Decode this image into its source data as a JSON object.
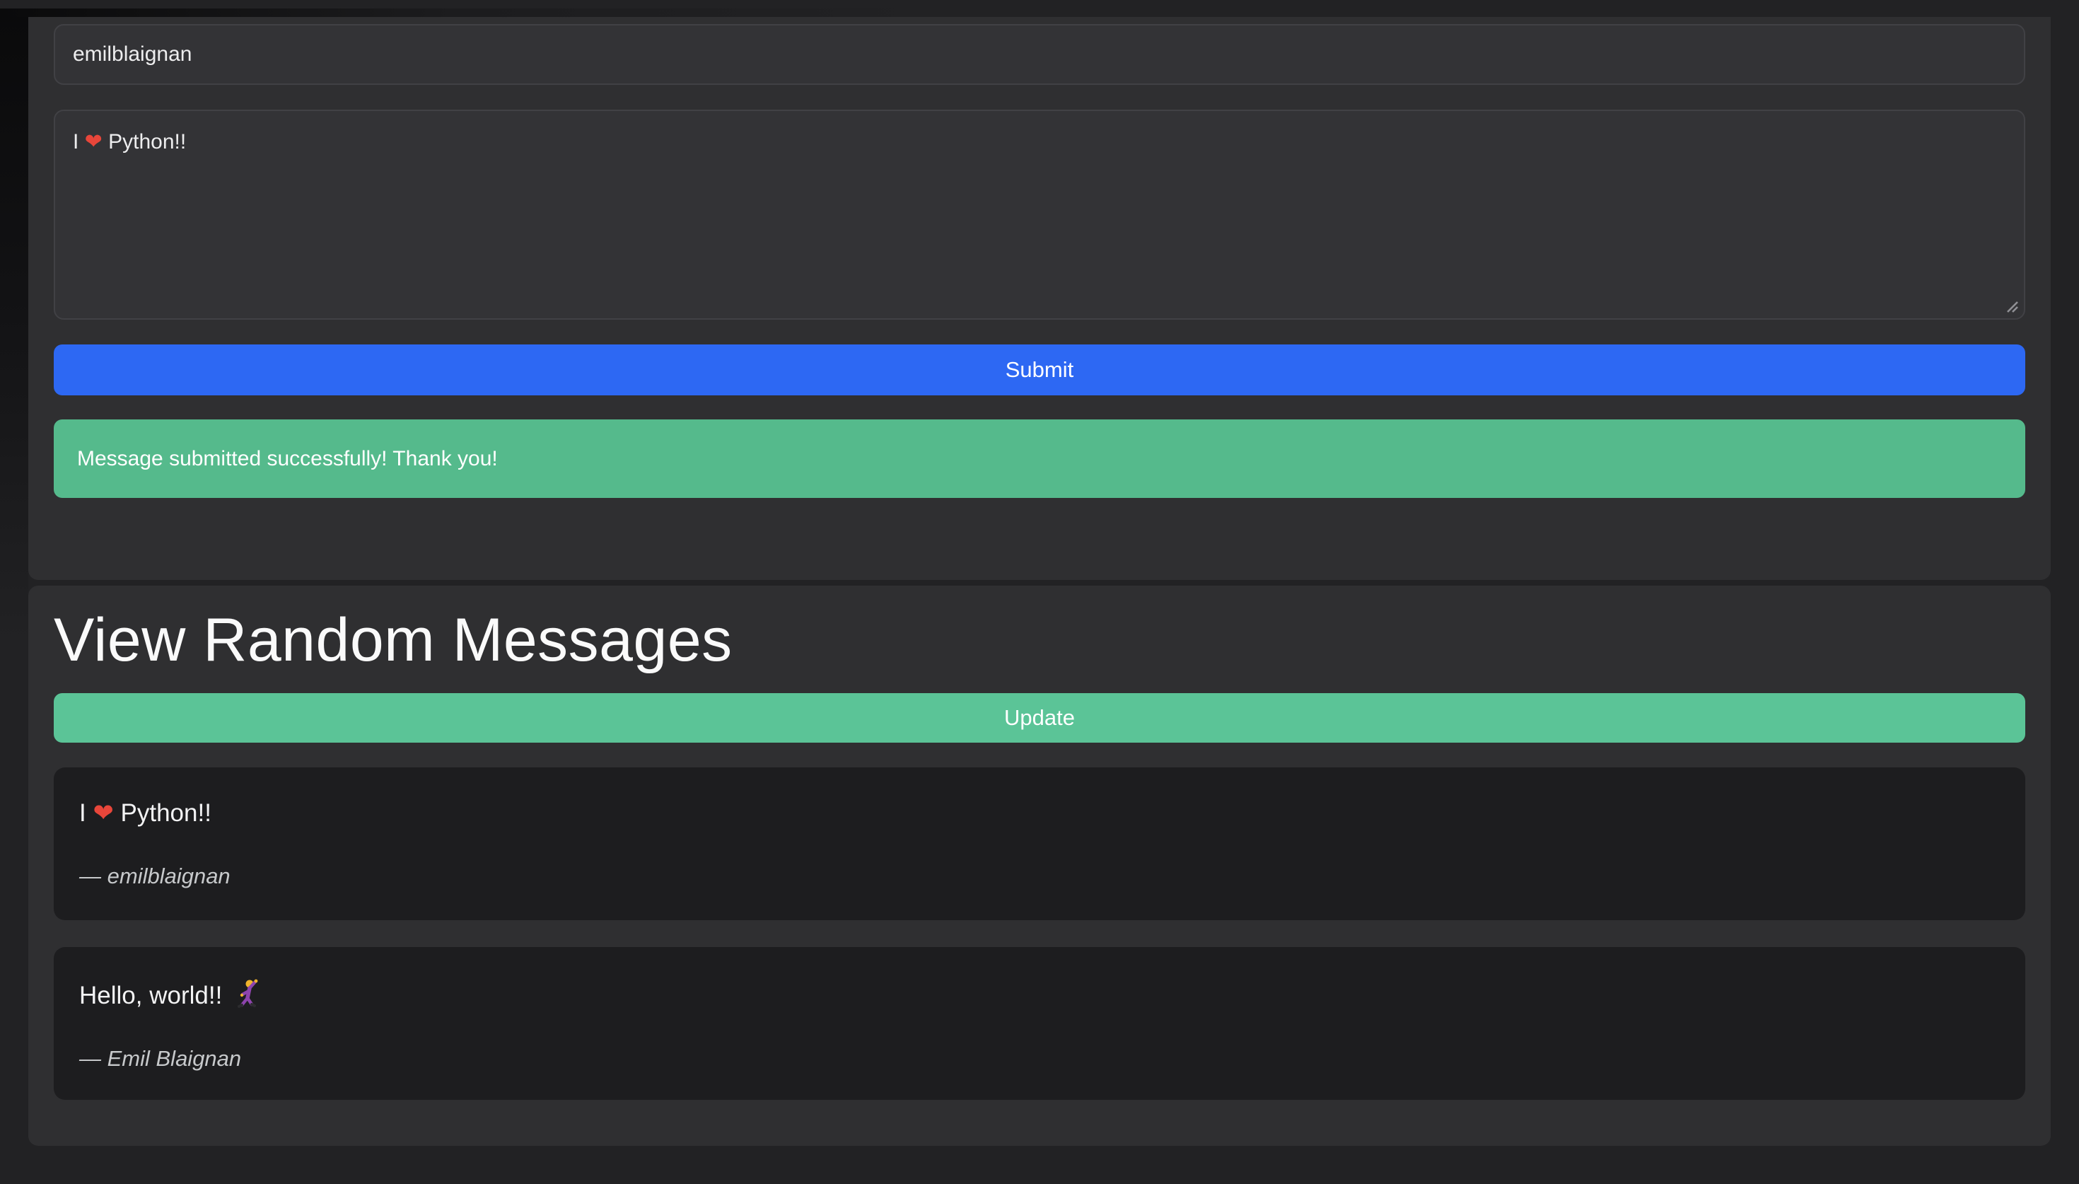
{
  "form": {
    "name_value": "emilblaignan",
    "message_prefix": "I ",
    "message_heart": "❤",
    "message_suffix": " Python!!",
    "submit_label": "Submit",
    "success_text": "Message submitted successfully! Thank you!"
  },
  "view_section": {
    "title": "View Random Messages",
    "update_label": "Update",
    "messages": [
      {
        "prefix": "I ",
        "heart": "❤",
        "suffix": " Python!!",
        "author": "— emilblaignan"
      },
      {
        "text": "Hello, world!! ",
        "emoji": "man-dancing",
        "author": "— Emil Blaignan"
      }
    ]
  },
  "colors": {
    "page_bg": "#222224",
    "section_bg": "#2f2f31",
    "card_bg": "#1d1d1f",
    "submit_blue": "#2d68f3",
    "success_green": "#55ba8c",
    "update_green": "#5bc497",
    "heart_red": "#e8463a"
  }
}
